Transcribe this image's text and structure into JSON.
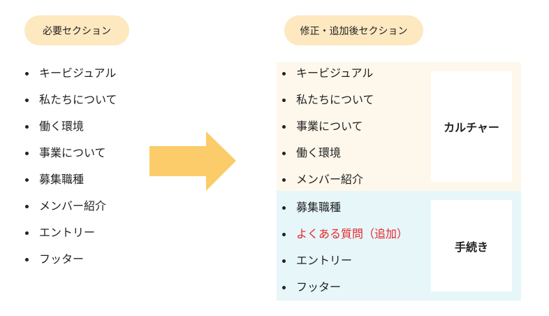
{
  "left": {
    "title": "必要セクション",
    "items": [
      "キービジュアル",
      "私たちについて",
      "働く環境",
      "事業について",
      "募集職種",
      "メンバー紹介",
      "エントリー",
      "フッター"
    ]
  },
  "right": {
    "title": "修正・追加後セクション",
    "culture": {
      "label": "カルチャー",
      "items": [
        "キービジュアル",
        "私たちについて",
        "事業について",
        "働く環境",
        "メンバー紹介"
      ]
    },
    "procedure": {
      "label": "手続き",
      "items": [
        "募集職種",
        "よくある質問（追加）",
        "エントリー",
        "フッター"
      ]
    }
  },
  "colors": {
    "pill": "#fde8c0",
    "arrow": "#fccb6a",
    "culture_bg": "#fef8ec",
    "procedure_bg": "#e6f6f9",
    "added": "#e8262b"
  }
}
